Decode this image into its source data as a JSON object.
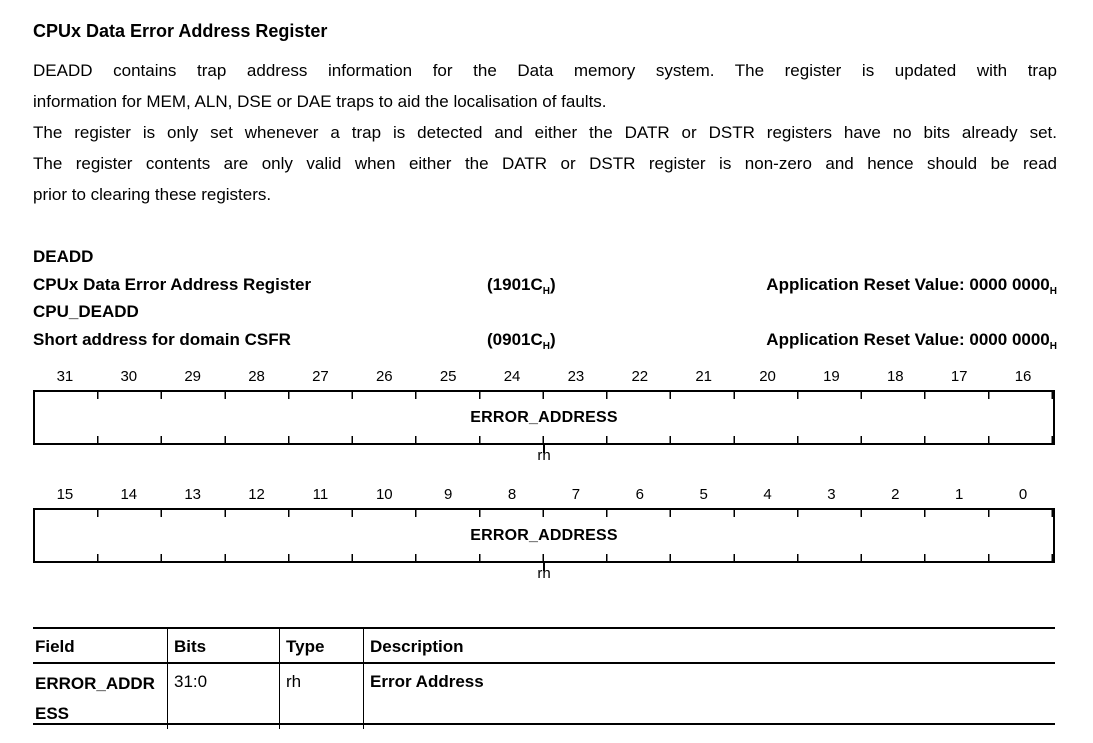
{
  "colors": {
    "text": "#000000",
    "background": "#ffffff",
    "rule": "#000000"
  },
  "heading": "CPUx Data Error Address Register",
  "paragraphs": {
    "p1_line1": "DEADD contains trap address information for the Data memory system. The register is updated with trap",
    "p1_line2": "information for MEM, ALN, DSE or DAE traps to aid the localisation of faults.",
    "p2_line1": "The register is only set whenever a trap is detected and either the DATR or DSTR registers have no bits already set.",
    "p3_line1": "The register contents are only valid when either the DATR or DSTR register is non-zero and hence should be read",
    "p3_line2": "prior to clearing these registers."
  },
  "register_header": {
    "short_name": "DEADD",
    "long_name": "CPUx Data Error Address Register",
    "absolute_address": {
      "prefix": "(1901C",
      "subscript": "H",
      "suffix": ")"
    },
    "absolute_reset": {
      "label": "Application Reset Value: 0000 0000",
      "subscript": "H"
    },
    "alias_name": "CPU_DEADD",
    "alias_description": "Short address for domain CSFR",
    "alias_address": {
      "prefix": "(0901C",
      "subscript": "H",
      "suffix": ")"
    },
    "alias_reset": {
      "label": "Application Reset Value: 0000 0000",
      "subscript": "H"
    }
  },
  "bit_diagrams": {
    "high": {
      "bit_labels": [
        "31",
        "30",
        "29",
        "28",
        "27",
        "26",
        "25",
        "24",
        "23",
        "22",
        "21",
        "20",
        "19",
        "18",
        "17",
        "16"
      ],
      "field_label": "ERROR_ADDRESS",
      "access_label": "rh"
    },
    "low": {
      "bit_labels": [
        "15",
        "14",
        "13",
        "12",
        "11",
        "10",
        "9",
        "8",
        "7",
        "6",
        "5",
        "4",
        "3",
        "2",
        "1",
        "0"
      ],
      "field_label": "ERROR_ADDRESS",
      "access_label": "rh"
    }
  },
  "field_table": {
    "headers": {
      "field": "Field",
      "bits": "Bits",
      "type": "Type",
      "description": "Description"
    },
    "rows": [
      {
        "field": "ERROR_ADDRESS",
        "bits": "31:0",
        "type": "rh",
        "description": "Error Address"
      }
    ]
  }
}
